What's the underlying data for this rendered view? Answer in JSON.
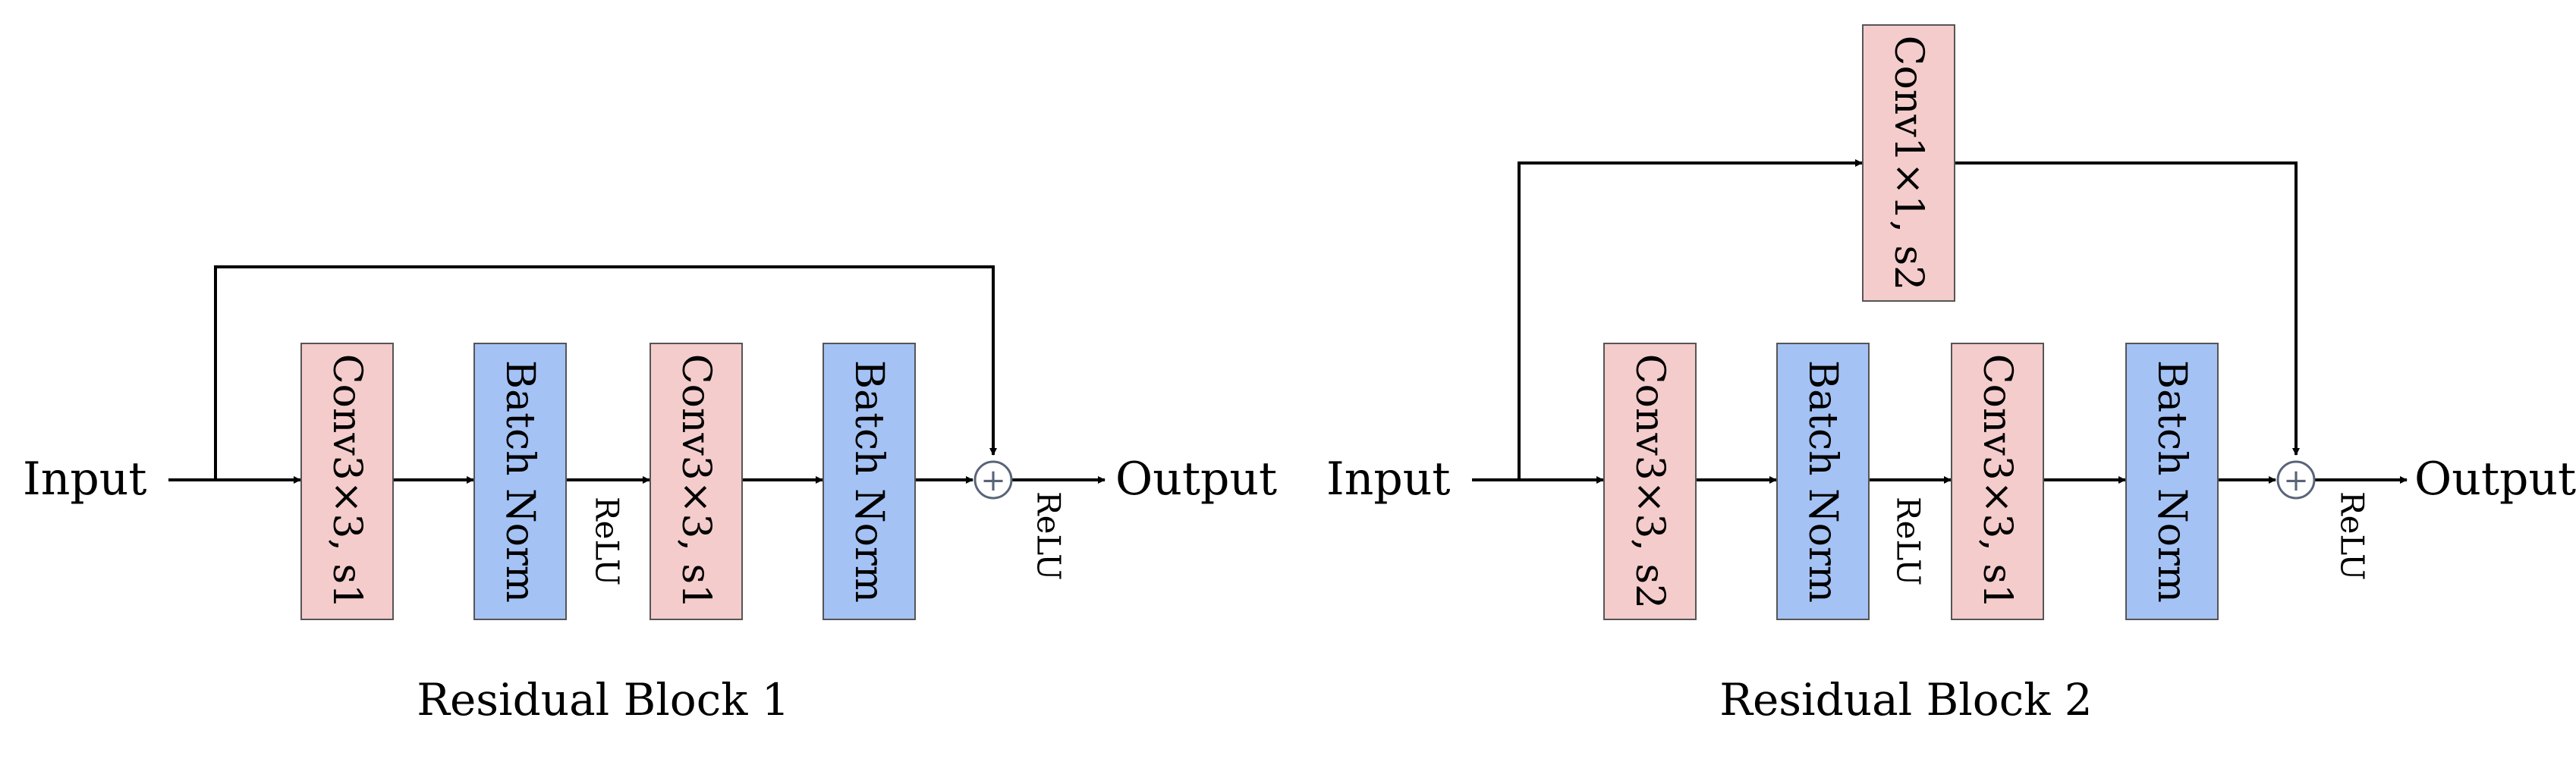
{
  "colors": {
    "conv_fill": "#f4cccc",
    "norm_fill": "#a4c2f4",
    "box_stroke": "#555555",
    "line": "#000000",
    "sum_stroke": "#5a6478"
  },
  "blocks": [
    {
      "caption": "Residual Block 1",
      "input_label": "Input",
      "output_label": "Output",
      "layers": [
        {
          "type": "conv",
          "label": "Conv3×3, s1"
        },
        {
          "type": "norm",
          "label": "Batch Norm"
        },
        {
          "type": "conv",
          "label": "Conv3×3, s1"
        },
        {
          "type": "norm",
          "label": "Batch Norm"
        }
      ],
      "activation_mid": "ReLU",
      "activation_out": "ReLU",
      "sum_symbol": "+"
    },
    {
      "caption": "Residual Block 2",
      "input_label": "Input",
      "output_label": "Output",
      "layers": [
        {
          "type": "conv",
          "label": "Conv3×3, s2"
        },
        {
          "type": "norm",
          "label": "Batch Norm"
        },
        {
          "type": "conv",
          "label": "Conv3×3, s1"
        },
        {
          "type": "norm",
          "label": "Batch Norm"
        }
      ],
      "shortcut_layer": {
        "type": "conv",
        "label": "Conv1×1, s2"
      },
      "activation_mid": "ReLU",
      "activation_out": "ReLU",
      "sum_symbol": "+"
    }
  ]
}
